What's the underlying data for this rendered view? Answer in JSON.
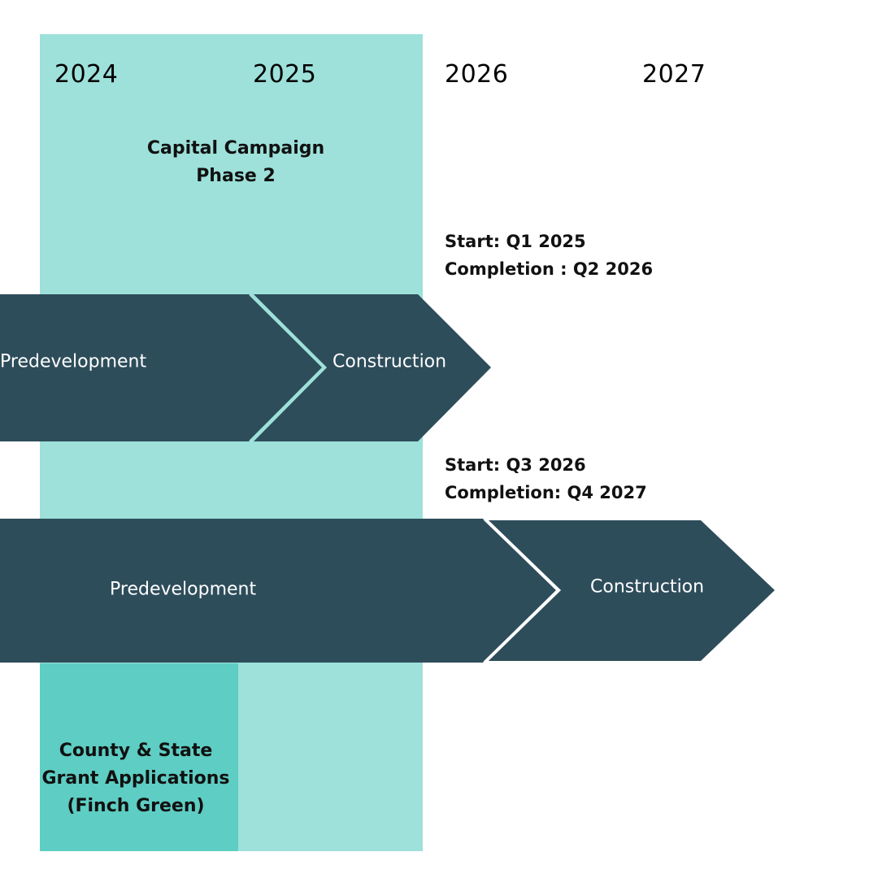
{
  "years": [
    "2024",
    "2025",
    "2026",
    "2027"
  ],
  "capital_campaign": {
    "line1": "Capital Campaign",
    "line2": "Phase 2"
  },
  "grant_applications": {
    "line1": "County & State",
    "line2": "Grant Applications",
    "line3": "(Finch Green)"
  },
  "track1": {
    "dates": {
      "start": "Start: Q1 2025",
      "completion": "Completion : Q2 2026"
    },
    "phases": [
      "Predevelopment",
      "Construction"
    ]
  },
  "track2": {
    "dates": {
      "start": "Start: Q3 2026",
      "completion": "Completion: Q4 2027"
    },
    "phases": [
      "Predevelopment",
      "Construction"
    ]
  },
  "colors": {
    "campaign_band": "#9de1da",
    "grant_band": "#5ecdc3",
    "arrow": "#2e4d5b",
    "arrow_divider_1": "#9de1da",
    "arrow_divider_2": "#ffffff"
  }
}
